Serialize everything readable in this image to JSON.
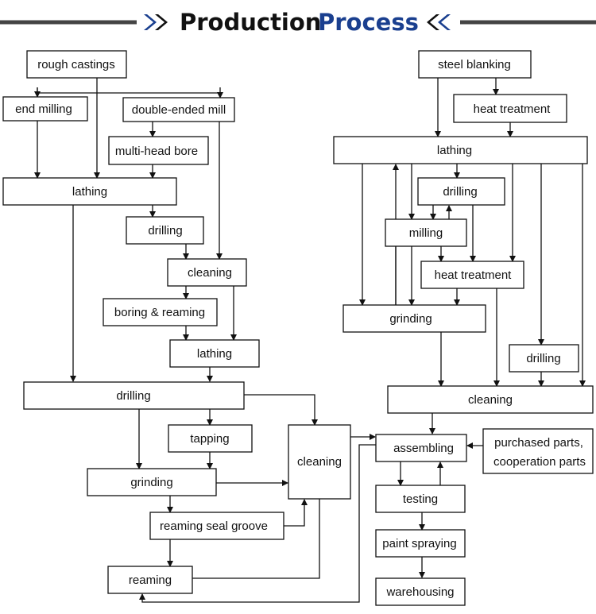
{
  "title": {
    "left_chevrons": "»",
    "right_chevrons": "«",
    "word1": "Production",
    "word2": "Process",
    "colors": {
      "word1": "#111111",
      "word2": "#1a3f8f",
      "left_chevrons": "#1a3f8f",
      "right_chevrons": "#111111",
      "rule": "#444444"
    }
  },
  "nodes": {
    "rough_castings": "rough castings",
    "end_milling": "end milling",
    "double_ended_mill": "double-ended mill",
    "multi_head_bore": "multi-head bore",
    "lathing_a": "lathing",
    "drilling_a": "drilling",
    "cleaning_a": "cleaning",
    "boring_reaming": "boring & reaming",
    "lathing_b": "lathing",
    "drilling_b": "drilling",
    "tapping": "tapping",
    "grinding_a": "grinding",
    "reaming_seal_groove": "reaming seal groove",
    "reaming": "reaming",
    "cleaning_b": "cleaning",
    "steel_blanking": "steel blanking",
    "heat_treatment_a": "heat treatment",
    "lathing_c": "lathing",
    "drilling_c": "drilling",
    "milling": "milling",
    "heat_treatment_b": "heat treatment",
    "grinding_b": "grinding",
    "drilling_d": "drilling",
    "cleaning_c": "cleaning",
    "assembling": "assembling",
    "purchased_parts_line1": "purchased parts,",
    "purchased_parts_line2": "cooperation parts",
    "testing": "testing",
    "paint_spraying": "paint spraying",
    "warehousing": "warehousing"
  },
  "edges": [
    [
      "rough_castings",
      "end_milling"
    ],
    [
      "rough_castings",
      "lathing_a"
    ],
    [
      "rough_castings",
      "double_ended_mill"
    ],
    [
      "end_milling",
      "lathing_a"
    ],
    [
      "double_ended_mill",
      "multi_head_bore"
    ],
    [
      "double_ended_mill",
      "cleaning_a"
    ],
    [
      "multi_head_bore",
      "lathing_a"
    ],
    [
      "lathing_a",
      "drilling_a"
    ],
    [
      "lathing_a",
      "drilling_b"
    ],
    [
      "drilling_a",
      "cleaning_a"
    ],
    [
      "cleaning_a",
      "boring_reaming"
    ],
    [
      "cleaning_a",
      "lathing_b"
    ],
    [
      "boring_reaming",
      "lathing_b"
    ],
    [
      "lathing_b",
      "drilling_b"
    ],
    [
      "drilling_b",
      "tapping"
    ],
    [
      "drilling_b",
      "grinding_a"
    ],
    [
      "drilling_b",
      "cleaning_b"
    ],
    [
      "tapping",
      "grinding_a"
    ],
    [
      "grinding_a",
      "reaming_seal_groove"
    ],
    [
      "grinding_a",
      "cleaning_b"
    ],
    [
      "reaming_seal_groove",
      "reaming"
    ],
    [
      "reaming_seal_groove",
      "cleaning_b"
    ],
    [
      "reaming",
      "cleaning_b"
    ],
    [
      "cleaning_b",
      "assembling"
    ],
    [
      "assembling",
      "reaming"
    ],
    [
      "steel_blanking",
      "heat_treatment_a"
    ],
    [
      "steel_blanking",
      "lathing_c"
    ],
    [
      "heat_treatment_a",
      "lathing_c"
    ],
    [
      "lathing_c",
      "drilling_c"
    ],
    [
      "lathing_c",
      "milling"
    ],
    [
      "milling",
      "lathing_c"
    ],
    [
      "lathing_c",
      "grinding_b"
    ],
    [
      "lathing_c",
      "heat_treatment_b"
    ],
    [
      "lathing_c",
      "drilling_d"
    ],
    [
      "lathing_c",
      "cleaning_c"
    ],
    [
      "drilling_c",
      "milling"
    ],
    [
      "milling",
      "drilling_c"
    ],
    [
      "drilling_c",
      "heat_treatment_b"
    ],
    [
      "milling",
      "heat_treatment_b"
    ],
    [
      "milling",
      "grinding_b"
    ],
    [
      "heat_treatment_b",
      "grinding_b"
    ],
    [
      "heat_treatment_b",
      "cleaning_c"
    ],
    [
      "grinding_b",
      "cleaning_c"
    ],
    [
      "drilling_d",
      "cleaning_c"
    ],
    [
      "cleaning_c",
      "assembling"
    ],
    [
      "purchased_parts",
      "assembling"
    ],
    [
      "assembling",
      "testing"
    ],
    [
      "testing",
      "assembling"
    ],
    [
      "testing",
      "paint_spraying"
    ],
    [
      "paint_spraying",
      "warehousing"
    ]
  ]
}
